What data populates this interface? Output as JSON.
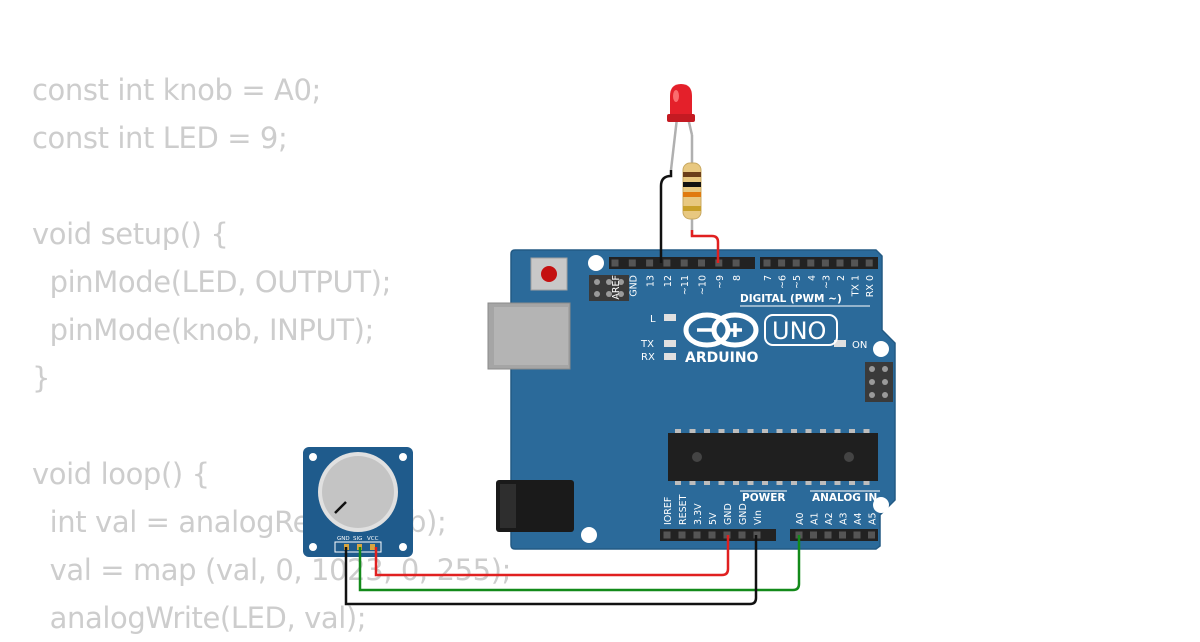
{
  "code_lines": [
    "const int knob = A0;",
    "const int LED = 9;",
    "",
    "void setup() {",
    "  pinMode(LED, OUTPUT);",
    "  pinMode(knob, INPUT);",
    "}",
    "",
    "void loop() {",
    "  int val = analogRead(knob);",
    "  val = map (val, 0, 1023, 0, 255);",
    "  analogWrite(LED, val);"
  ],
  "board": {
    "brand": "ARDUINO",
    "model": "UNO",
    "digital_label": "DIGITAL (PWM ~)",
    "power_label": "POWER",
    "analog_label": "ANALOG IN",
    "led_l": "L",
    "led_tx": "TX",
    "led_rx": "RX",
    "led_on": "ON",
    "digital_pins": [
      "AREF",
      "GND",
      "13",
      "12",
      "~11",
      "~10",
      "~9",
      "8",
      "7",
      "~6",
      "~5",
      "4",
      "~3",
      "2",
      "TX 1",
      "RX 0"
    ],
    "power_pins": [
      "IOREF",
      "RESET",
      "3.3V",
      "5V",
      "GND",
      "GND",
      "Vin"
    ],
    "analog_pins": [
      "A0",
      "A1",
      "A2",
      "A3",
      "A4",
      "A5"
    ]
  },
  "potentiometer": {
    "pins": [
      "GND",
      "SIG",
      "VCC"
    ]
  },
  "colors": {
    "board": "#2b6a9a",
    "wire_red": "#e02020",
    "wire_green": "#138a1a",
    "wire_black": "#111111",
    "led": "#e4202a",
    "code_text": "#cdcdcd"
  }
}
